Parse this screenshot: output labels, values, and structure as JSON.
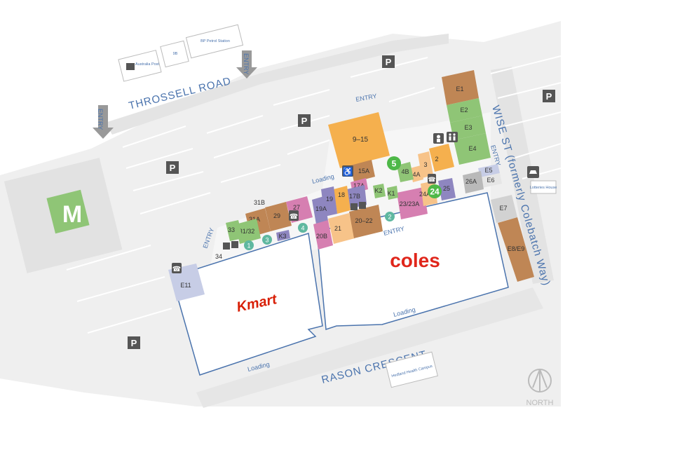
{
  "roads": {
    "throssell": "THROSSELL ROAD",
    "wise": "WISE ST (formerly Colebatch Way)",
    "rason": "RASON CRESCENT"
  },
  "labels": {
    "entry": "ENTRY",
    "loading": "Loading",
    "north": "NORTH",
    "parking": "P"
  },
  "poi": {
    "post": "Australia Post",
    "unit_9b": "9B",
    "bp": "BP Petrol Station",
    "lotteries": "Lotteries House",
    "health": "Hedland Health Campus"
  },
  "anchors": {
    "coles": "coles",
    "kmart": "Kmart"
  },
  "units": {
    "e1": "E1",
    "e2": "E2",
    "e3": "E3",
    "e4": "E4",
    "e5": "E5",
    "e6": "E6",
    "e7": "E7",
    "e8e9": "E8/E9",
    "e11": "E11",
    "u9_15": "9–15",
    "u15a": "15A",
    "u17a": "17A",
    "u17b": "17B",
    "u18": "18",
    "u19": "19",
    "u19a": "19A",
    "u20b": "20B",
    "u21": "21",
    "u20_22": "20–22",
    "u23": "23/23A",
    "u24a": "24A",
    "u25": "25",
    "u26a": "26A",
    "u2": "2",
    "u3": "3",
    "u4a": "4A",
    "u4b": "4B",
    "u27": "27",
    "u29": "29",
    "u31a": "31A",
    "u31b": "31B",
    "u31_32": "31/32",
    "u33": "33",
    "u34": "34",
    "k1": "K1",
    "k2": "K2",
    "k3": "K3"
  },
  "markers": {
    "m1": "1",
    "m2": "2",
    "m3": "3",
    "m4": "4",
    "m5": "5",
    "m24": "24"
  },
  "colors": {
    "orange": "#f5b04e",
    "peach": "#f7c389",
    "brown": "#bf8655",
    "green": "#8fc576",
    "pink": "#d67fb1",
    "purple": "#8e86c0",
    "lavender": "#c7cde6",
    "grey": "#b9b9b9",
    "teal": "#5fb8a0",
    "bright_green": "#4eb848",
    "road_text": "#4a73ad",
    "coles_red": "#e0261b",
    "kmart_red": "#d81e05"
  },
  "icons": [
    "mail-icon",
    "car-icon",
    "phone-icon",
    "accessible-icon",
    "toilets-icon",
    "baby-change-icon",
    "atm-icon",
    "entry-arrow-icon",
    "north-compass-icon",
    "mcdonalds-logo"
  ]
}
